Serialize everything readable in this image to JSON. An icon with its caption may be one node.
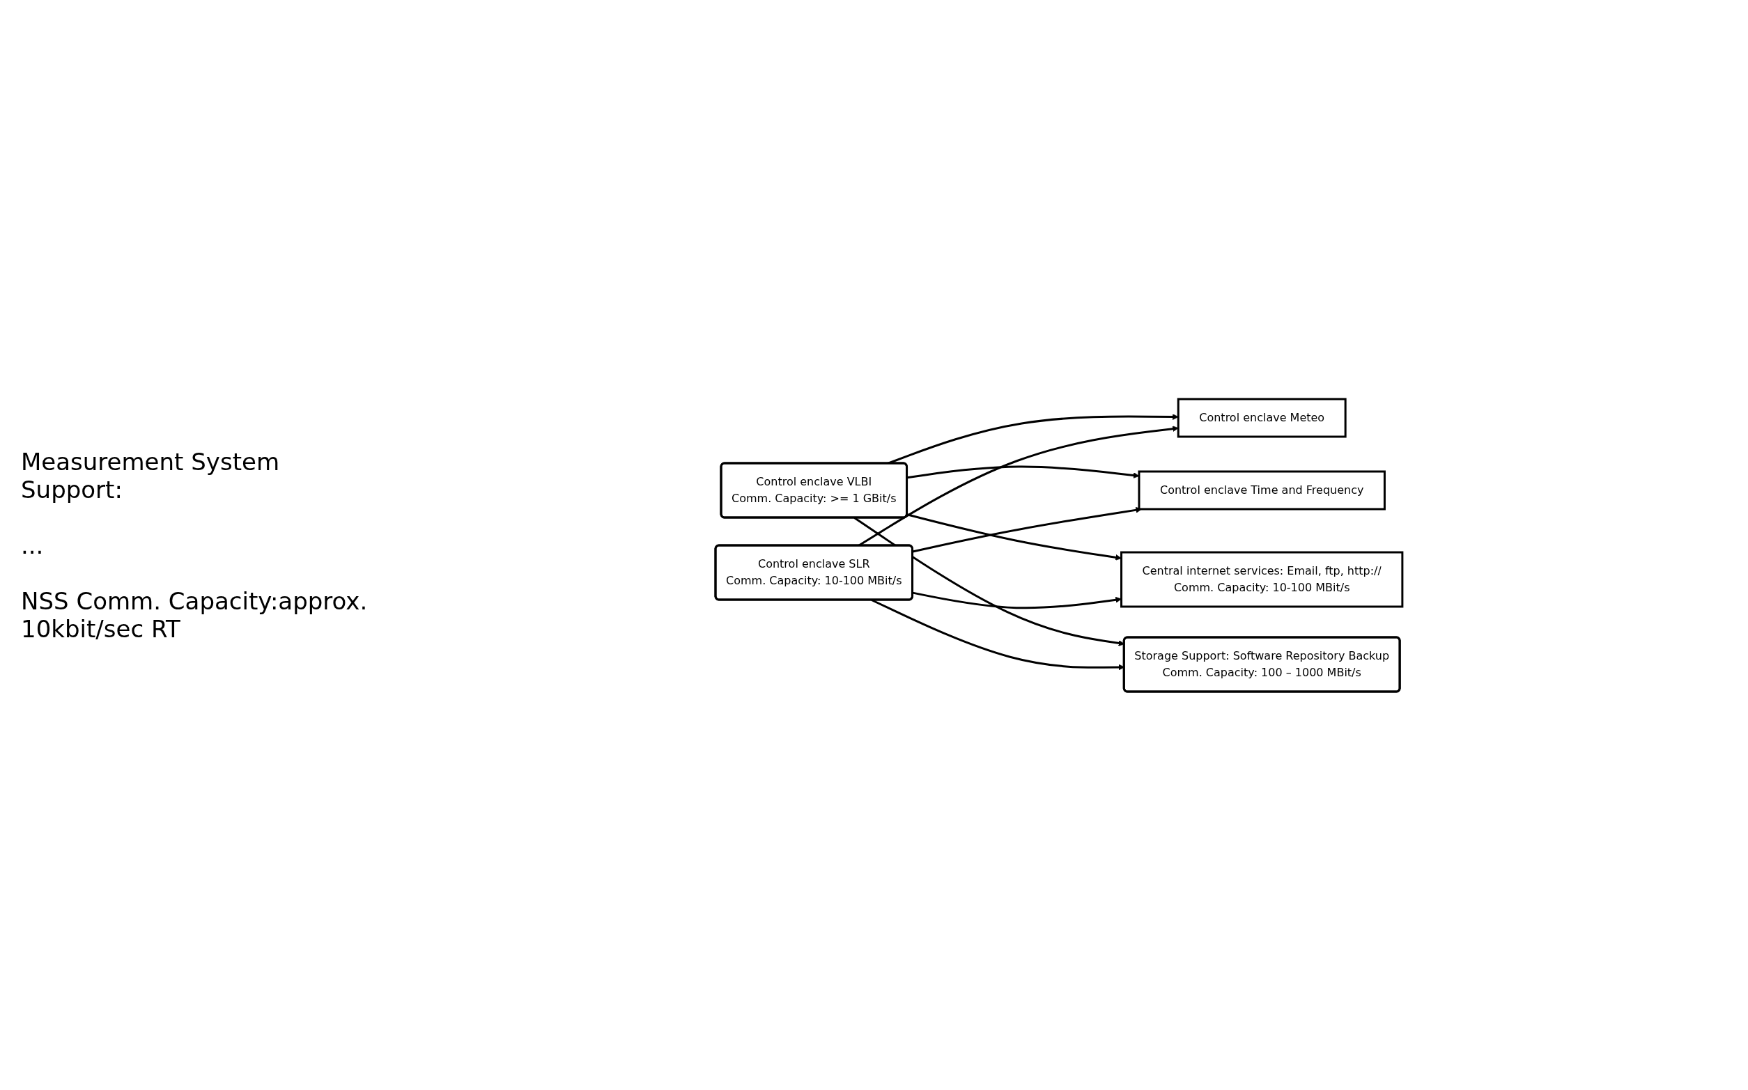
{
  "diagram": {
    "nodes": [
      {
        "text": [
          "Control enclave VLBI",
          "Comm. Capacity: >= 1 GBit/s"
        ]
      },
      {
        "text": [
          "Control enclave SLR",
          "Comm. Capacity: 10-100 MBit/s"
        ]
      },
      {
        "text": [
          "Control enclave Meteo"
        ]
      },
      {
        "text": [
          "Control enclave Time and Frequency"
        ]
      },
      {
        "text": [
          "Central internet services: Email, ftp, http://",
          "Comm. Capacity: 10-100 MBit/s"
        ]
      },
      {
        "text": [
          "Storage Support: Software Repository Backup",
          "Comm. Capacity: 100 – 1000 MBit/s"
        ]
      }
    ],
    "edges": [
      {
        "from": 0,
        "to": 2,
        "arrow": "to"
      },
      {
        "from": 0,
        "to": 3,
        "arrow": "to"
      },
      {
        "from": 0,
        "to": 4,
        "arrow": "to"
      },
      {
        "from": 0,
        "to": 5,
        "arrow": "to"
      },
      {
        "from": 1,
        "to": 2,
        "arrow": "to"
      },
      {
        "from": 1,
        "to": 3,
        "arrow": "to"
      },
      {
        "from": 1,
        "to": 4,
        "arrow": "to"
      },
      {
        "from": 1,
        "to": 5,
        "arrow": "to"
      }
    ],
    "labels": [
      "Measurement System Support:",
      "...",
      "NSS Comm. Capacity:approx. 10kbit/sec RT"
    ]
  }
}
